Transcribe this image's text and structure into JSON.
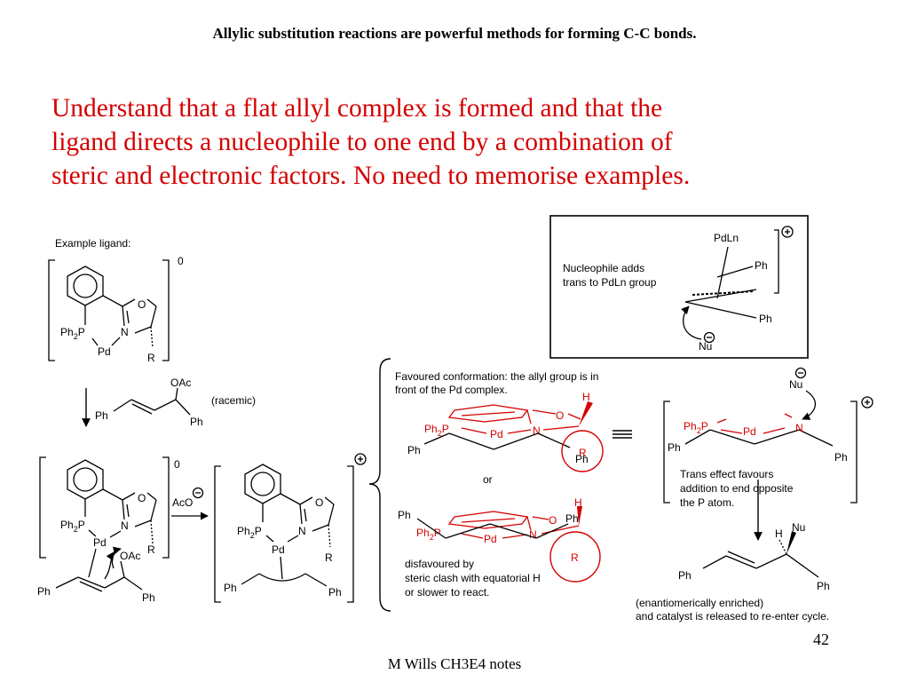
{
  "slide": {
    "header": "Allylic substitution reactions are powerful methods for forming C-C bonds.",
    "lead_lines": [
      "Understand that a flat allyl complex is formed and that the",
      "ligand directs a nucleophile to one end by a combination of",
      "steric and electronic factors. No need to memorise examples."
    ],
    "page_number": "42",
    "footer": "M Wills CH3E4 notes"
  },
  "scheme": {
    "example_ligand_label": "Example ligand:",
    "charge_zero": "0",
    "racemic_label": "(racemic)",
    "atom": {
      "Ph2P": "Ph",
      "two": "2",
      "P": "P",
      "Pd": "Pd",
      "N": "N",
      "O": "O",
      "R": "R",
      "OAc": "OAc",
      "Ph": "Ph",
      "AcO": "AcO",
      "H": "H",
      "Nu": "Nu",
      "PdLn": "PdLn",
      "plus": "+",
      "minus": "−"
    },
    "box": {
      "line1": "Nucleophile adds",
      "line2": "trans to PdLn group"
    },
    "favoured": {
      "line1": "Favoured conformation: the allyl group is in",
      "line2": "front of the Pd complex."
    },
    "or_label": "or",
    "disfavoured": {
      "line1": "disfavoured by",
      "line2": "steric clash with equatorial H",
      "line3": "or slower to react."
    },
    "trans_effect": {
      "line1": "Trans effect favours",
      "line2": "addition to end opposite",
      "line3": "the P atom."
    },
    "product": {
      "line1": "(enantiomerically enriched)",
      "line2": "and catalyst is released to re-enter cycle."
    }
  }
}
